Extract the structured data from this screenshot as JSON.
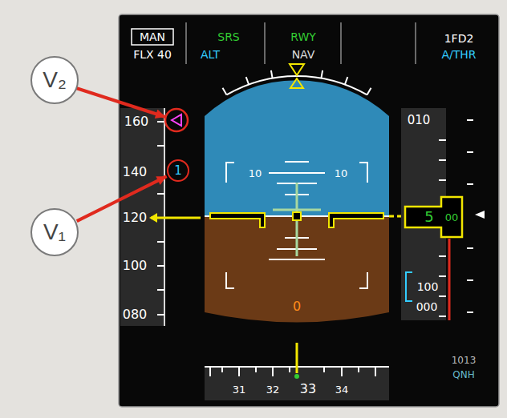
{
  "diagram": {
    "nodes": [
      {
        "text": [
          "V₂"
        ]
      },
      {
        "text": [
          "V₁"
        ]
      },
      {
        "text": [
          "1"
        ]
      }
    ],
    "edges": [
      {
        "from": 1,
        "to": 2,
        "arrow": "to"
      }
    ],
    "labels": [
      "MAN",
      "FLX 40",
      "SRS",
      "ALT",
      "RWY",
      "NAV",
      "1FD2",
      "A/THR",
      "160",
      "140",
      "120",
      "100",
      "080",
      "10",
      "10",
      "010",
      "5",
      "00",
      "100",
      "000",
      "0",
      "31",
      "32",
      "33",
      "34",
      "1013",
      "QNH"
    ]
  }
}
